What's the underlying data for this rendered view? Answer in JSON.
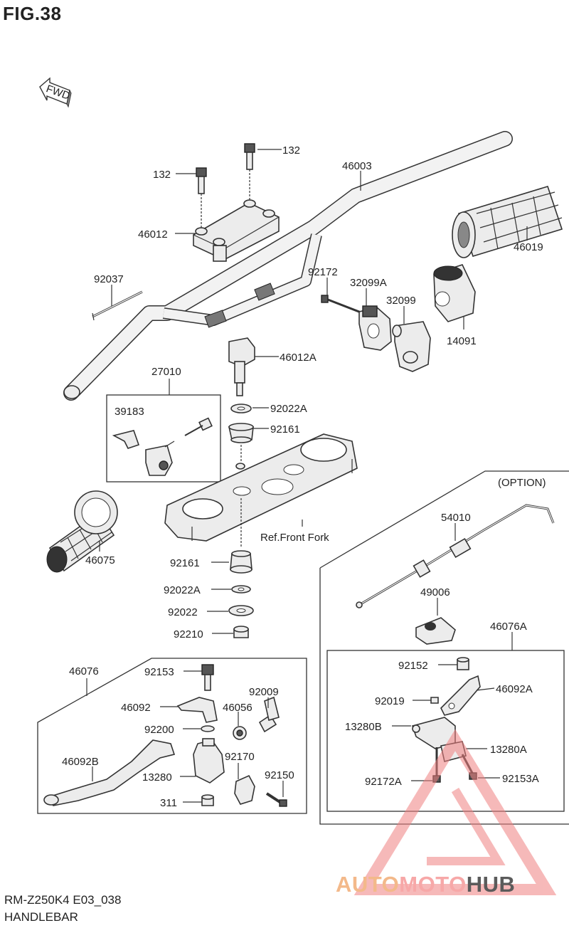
{
  "figure": {
    "title": "FIG.38",
    "model_code": "RM-Z250K4 E03_038",
    "section_name": "HANDLEBAR",
    "fwd_label": "FWD",
    "option_label": "(OPTION)",
    "ref_label": "Ref.Front Fork"
  },
  "watermark": {
    "part1": "AUTO",
    "part2": "MOTO",
    "part3": "HUB"
  },
  "part_labels": {
    "p132a": "132",
    "p132b": "132",
    "p46003": "46003",
    "p46012": "46012",
    "p46019": "46019",
    "p92037": "92037",
    "p92172": "92172",
    "p32099A": "32099A",
    "p32099": "32099",
    "p14091": "14091",
    "p46012A": "46012A",
    "p27010": "27010",
    "p39183": "39183",
    "p92022A_top": "92022A",
    "p92161_top": "92161",
    "p46075": "46075",
    "p92161_bot": "92161",
    "p92022A_bot": "92022A",
    "p92022": "92022",
    "p92210": "92210",
    "p54010": "54010",
    "p49006": "49006",
    "p46076A": "46076A",
    "p92152": "92152",
    "p46092A": "46092A",
    "p92019": "92019",
    "p13280B": "13280B",
    "p13280A": "13280A",
    "p92172A": "92172A",
    "p92153A": "92153A",
    "p46076": "46076",
    "p92153": "92153",
    "p92009": "92009",
    "p46092": "46092",
    "p46056": "46056",
    "p92200": "92200",
    "p92170": "92170",
    "p46092B": "46092B",
    "p13280": "13280",
    "p92150": "92150",
    "p311": "311"
  },
  "colors": {
    "background": "#ffffff",
    "ink": "#222222",
    "watermark_orange": "#f3b98a",
    "watermark_pink": "#f7a8a8",
    "watermark_gray": "#5b5b5b"
  }
}
